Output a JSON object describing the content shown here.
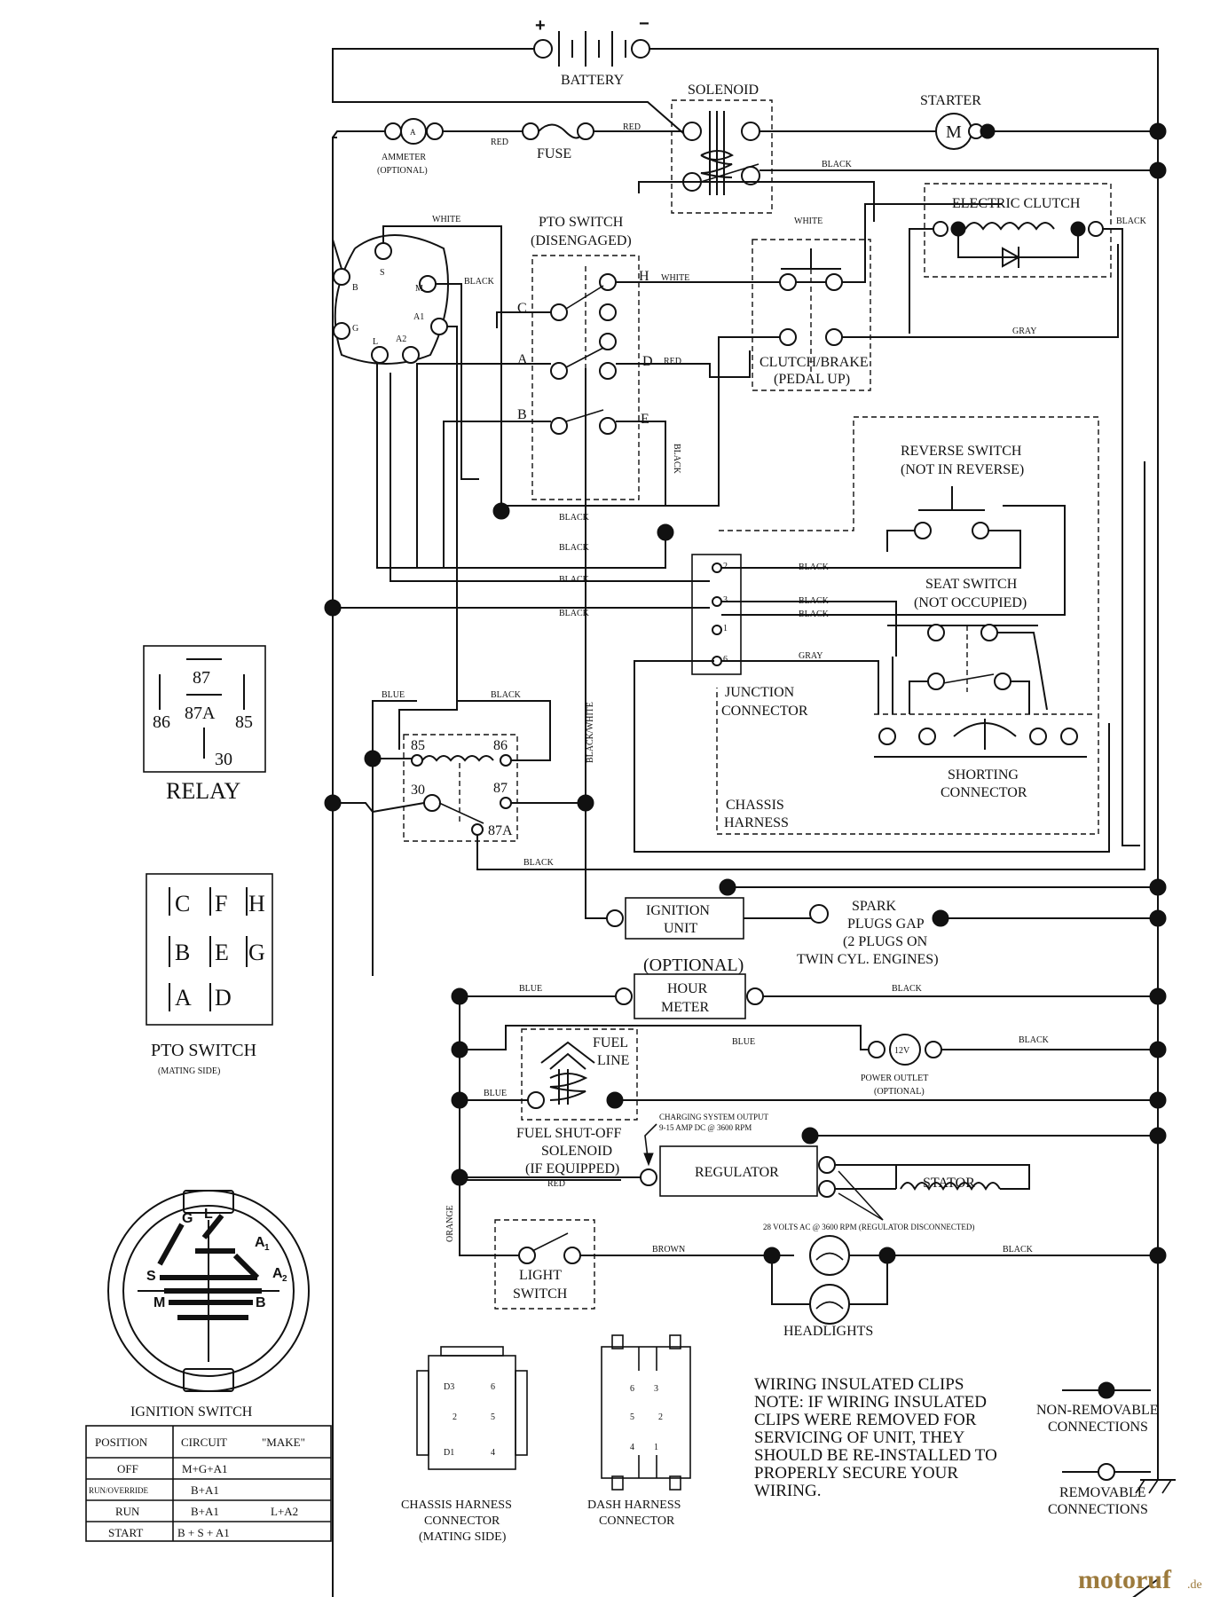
{
  "watermark": {
    "text": "motoruf",
    "suffix": ".de",
    "color": "#9c7a3c"
  },
  "battery": {
    "label": "BATTERY",
    "plus": "+",
    "minus": "−"
  },
  "solenoid": {
    "label": "SOLENOID"
  },
  "starter": {
    "label": "STARTER",
    "symbol": "M"
  },
  "ammeter": {
    "label": "AMMETER",
    "sub": "(OPTIONAL)",
    "symbol": "A"
  },
  "fuse": {
    "label": "FUSE"
  },
  "pto_switch": {
    "label": "PTO SWITCH",
    "sub": "(DISENGAGED)",
    "pins": {
      "c": "C",
      "h": "H",
      "a": "A",
      "d": "D",
      "b": "B",
      "e": "E"
    }
  },
  "clutch_brake": {
    "label": "CLUTCH/BRAKE",
    "sub": "(PEDAL UP)"
  },
  "electric_clutch": {
    "label": "ELECTRIC CLUTCH"
  },
  "ignition_terminals": {
    "b": "B",
    "s": "S",
    "m": "M",
    "a1": "A1",
    "g": "G",
    "l": "L",
    "a2": "A2"
  },
  "wires": {
    "red": "RED",
    "black": "BLACK",
    "white": "WHITE",
    "blue": "BLUE",
    "gray": "GRAY",
    "brown": "BROWN",
    "orange": "ORANGE",
    "black_white": "BLACK/WHITE"
  },
  "reverse_switch": {
    "label": "REVERSE SWITCH",
    "sub": "(NOT IN REVERSE)"
  },
  "seat_switch": {
    "label": "SEAT SWITCH",
    "sub": "(NOT OCCUPIED)"
  },
  "junction": {
    "label": "JUNCTION",
    "label2": "CONNECTOR",
    "pins": [
      "2",
      "3",
      "1",
      "6"
    ]
  },
  "shorting": {
    "label": "SHORTING",
    "label2": "CONNECTOR"
  },
  "chassis_harness": {
    "label": "CHASSIS",
    "label2": "HARNESS"
  },
  "relay_inline": {
    "p85": "85",
    "p86": "86",
    "p30": "30",
    "p87": "87",
    "p87a": "87A"
  },
  "relay_box": {
    "title": "RELAY",
    "p87": "87",
    "p87a": "87A",
    "p86": "86",
    "p85": "85",
    "p30": "30"
  },
  "pto_mating": {
    "title": "PTO SWITCH",
    "sub": "(MATING SIDE)",
    "letters": [
      "C",
      "F",
      "H",
      "B",
      "E",
      "G",
      "A",
      "D"
    ]
  },
  "ignition_unit": {
    "label": "IGNITION",
    "label2": "UNIT"
  },
  "spark": {
    "l1": "SPARK",
    "l2": "PLUGS GAP",
    "l3": "(2 PLUGS ON",
    "l4": "TWIN CYL. ENGINES)"
  },
  "hour_meter": {
    "label": "HOUR",
    "label2": "METER",
    "sub": "(OPTIONAL)"
  },
  "power_outlet": {
    "label": "POWER OUTLET",
    "sub": "(OPTIONAL)",
    "symbol": "12V"
  },
  "fuel_solenoid": {
    "l1": "FUEL SHUT-OFF",
    "l2": "SOLENOID",
    "l3": "(IF EQUIPPED)",
    "fuel": "FUEL",
    "line": "LINE"
  },
  "charging": {
    "l1": "CHARGING SYSTEM OUTPUT",
    "l2": "9-15 AMP DC @ 3600 RPM"
  },
  "regulator": {
    "label": "REGULATOR"
  },
  "stator": {
    "label": "STATOR",
    "note": "28 VOLTS AC @ 3600 RPM (REGULATOR DISCONNECTED)"
  },
  "light_switch": {
    "label": "LIGHT",
    "label2": "SWITCH"
  },
  "headlights": {
    "label": "HEADLIGHTS"
  },
  "ignition_switch": {
    "title": "IGNITION SWITCH",
    "face": {
      "g": "G",
      "l": "L",
      "a1": "A",
      "a1s": "1",
      "a2": "A",
      "a2s": "2",
      "s": "S",
      "m": "M",
      "b": "B"
    },
    "headers": [
      "POSITION",
      "CIRCUIT",
      "\"MAKE\""
    ],
    "rows": [
      {
        "position": "OFF",
        "circuit": "M+G+A1",
        "extra": ""
      },
      {
        "position": "RUN/OVERRIDE",
        "circuit": "B+A1",
        "extra": ""
      },
      {
        "position": "RUN",
        "circuit": "B+A1",
        "extra": "L+A2"
      },
      {
        "position": "START",
        "circuit": "B + S + A1",
        "extra": ""
      }
    ]
  },
  "chassis_connector": {
    "l1": "CHASSIS HARNESS",
    "l2": "CONNECTOR",
    "l3": "(MATING SIDE)",
    "pins": [
      "D3",
      "6",
      "2",
      "5",
      "D1",
      "4"
    ]
  },
  "dash_connector": {
    "l1": "DASH HARNESS",
    "l2": "CONNECTOR",
    "pins": [
      "6",
      "3",
      "5",
      "2",
      "4",
      "1"
    ]
  },
  "clips_note": {
    "l1": "WIRING INSULATED CLIPS",
    "l2": "NOTE:  IF WIRING INSULATED",
    "l3": "CLIPS WERE REMOVED FOR",
    "l4": "SERVICING OF UNIT, THEY",
    "l5": "SHOULD BE RE-INSTALLED TO",
    "l6": "PROPERLY SECURE YOUR",
    "l7": "WIRING."
  },
  "legend": {
    "non_removable": "NON-REMOVABLE",
    "non_removable2": "CONNECTIONS",
    "removable": "REMOVABLE",
    "removable2": "CONNECTIONS"
  }
}
